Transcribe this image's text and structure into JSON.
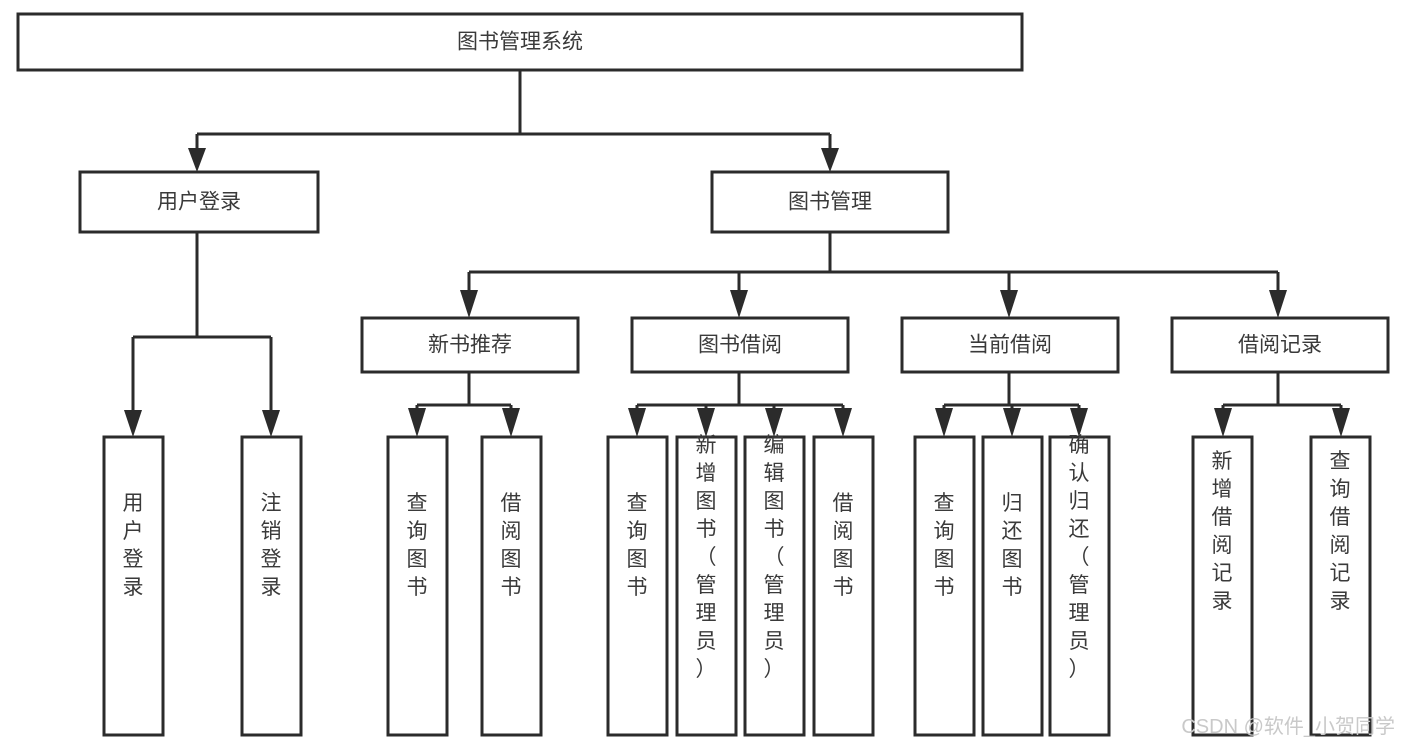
{
  "diagram": {
    "type": "hierarchy-tree",
    "title": "图书管理系统",
    "watermark": "CSDN @软件_小贺同学",
    "colors": {
      "box_fill": "#ffffff",
      "box_stroke": "#2b2b2b",
      "text": "#3a3a3a",
      "connector": "#2b2b2b",
      "watermark": "#c9c9c9",
      "background": "#ffffff"
    },
    "levels": {
      "root": {
        "label": "图书管理系统"
      },
      "level1": [
        {
          "label": "用户登录"
        },
        {
          "label": "图书管理"
        }
      ],
      "level2": [
        {
          "label": "新书推荐"
        },
        {
          "label": "图书借阅"
        },
        {
          "label": "当前借阅"
        },
        {
          "label": "借阅记录"
        }
      ],
      "leaves": {
        "user_login": [
          {
            "label": "用户登录"
          },
          {
            "label": "注销登录"
          }
        ],
        "new_book_recommend": [
          {
            "label": "查询图书"
          },
          {
            "label": "借阅图书"
          }
        ],
        "book_borrow": [
          {
            "label": "查询图书"
          },
          {
            "label": "新增图书（管理员）"
          },
          {
            "label": "编辑图书（管理员）"
          },
          {
            "label": "借阅图书"
          }
        ],
        "current_borrow": [
          {
            "label": "查询图书"
          },
          {
            "label": "归还图书"
          },
          {
            "label": "确认归还（管理员）"
          }
        ],
        "borrow_record": [
          {
            "label": "新增借阅记录"
          },
          {
            "label": "查询借阅记录"
          }
        ]
      }
    }
  }
}
